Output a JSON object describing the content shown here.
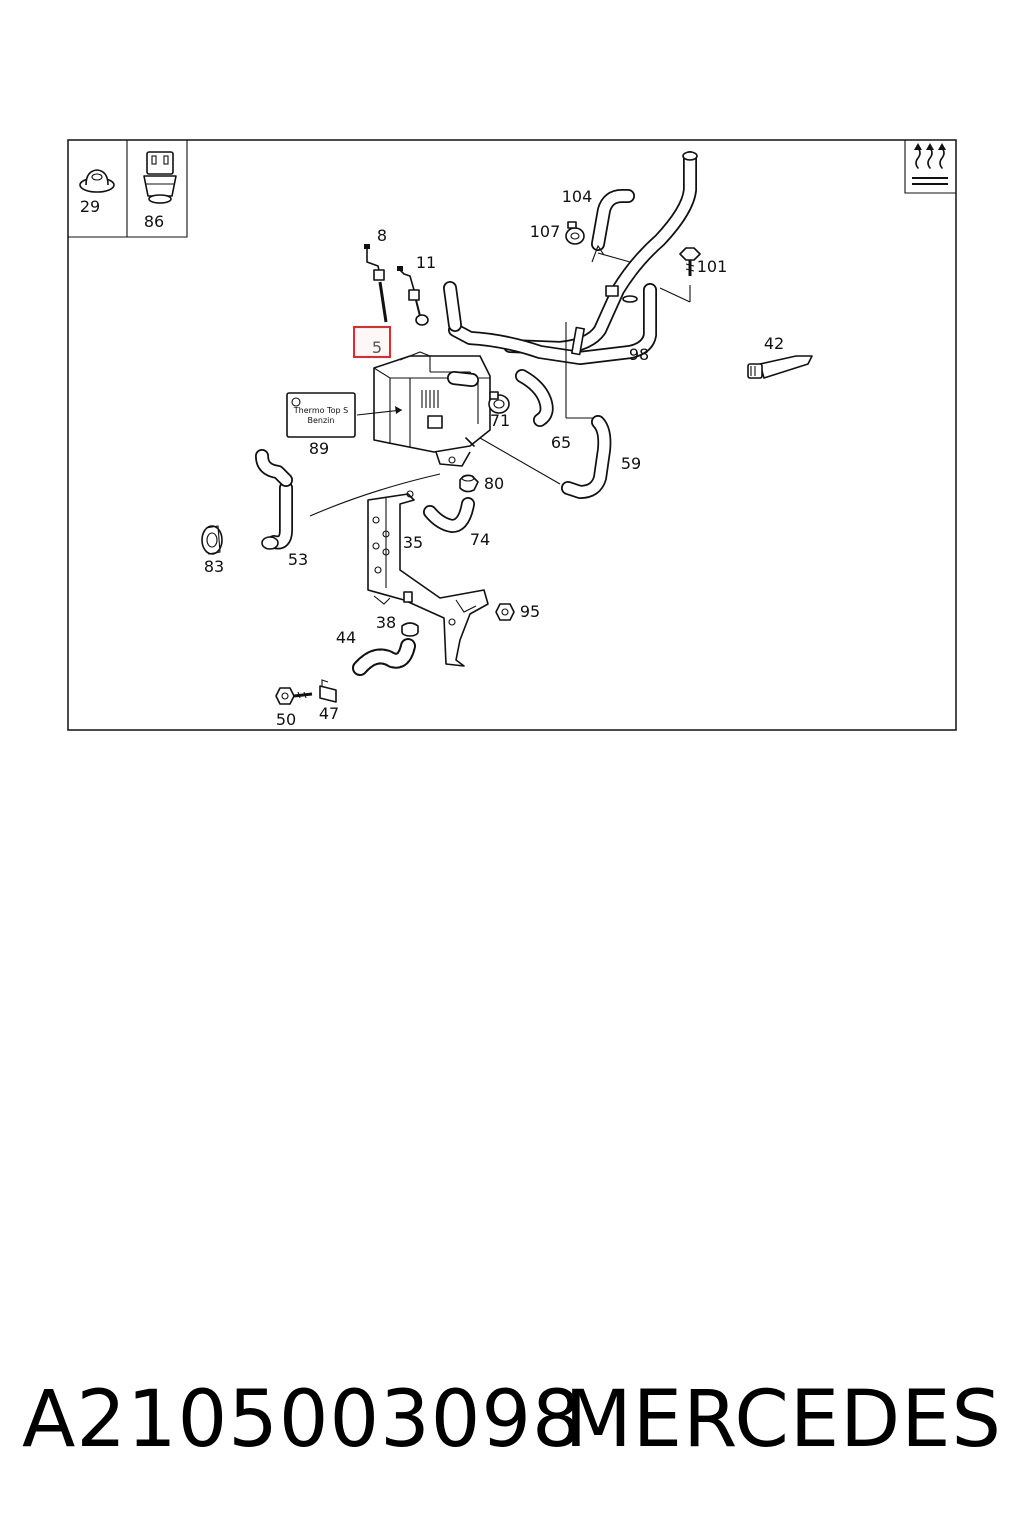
{
  "diagram": {
    "callouts": {
      "c29": "29",
      "c86": "86",
      "c8": "8",
      "c11": "11",
      "c5": "5",
      "c104": "104",
      "c107": "107",
      "c101": "101",
      "c98": "98",
      "c42": "42",
      "c71": "71",
      "c65": "65",
      "c59": "59",
      "c89": "89",
      "c80": "80",
      "c74": "74",
      "c35": "35",
      "c83": "83",
      "c53": "53",
      "c95": "95",
      "c38": "38",
      "c44": "44",
      "c50": "50",
      "c47": "47"
    },
    "label_plate": {
      "line1": "Thermo Top S",
      "line2": "Benzin"
    },
    "highlight_color": "#e8262b"
  },
  "footer": {
    "part_number": "A2105003098",
    "brand": "MERCEDES"
  }
}
